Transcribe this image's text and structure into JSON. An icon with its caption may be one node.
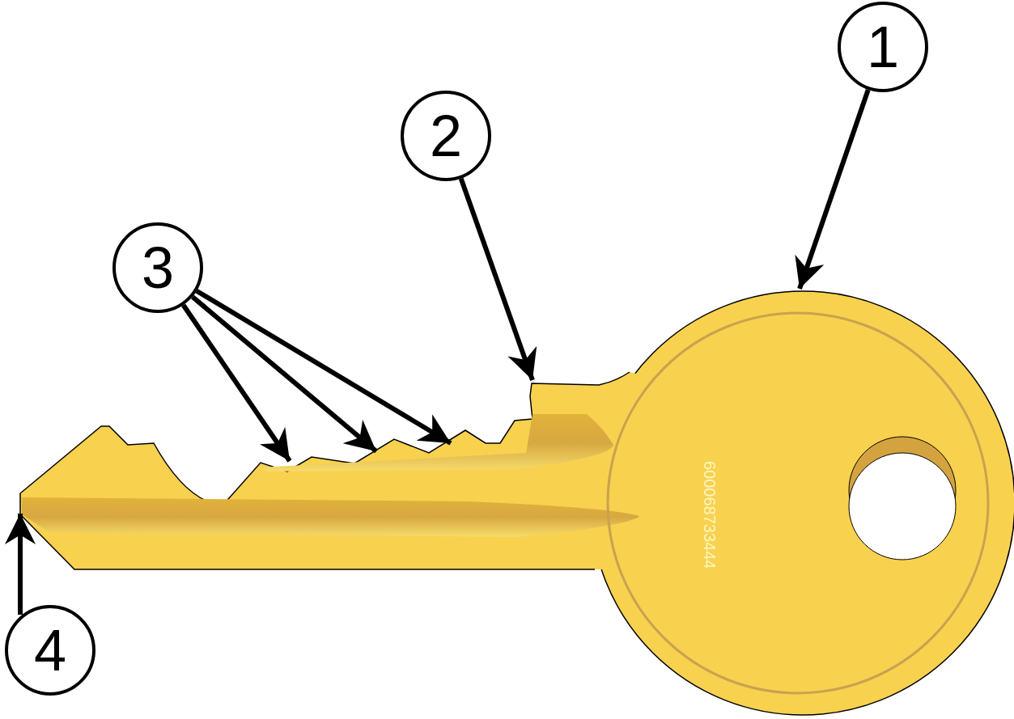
{
  "diagram": {
    "nodes": [
      {
        "text": [
          "1"
        ]
      },
      {
        "text": [
          "2"
        ]
      },
      {
        "text": [
          "3"
        ]
      },
      {
        "text": [
          "4"
        ]
      }
    ],
    "edges": [
      {
        "from": 0,
        "to": null,
        "arrow": "to"
      },
      {
        "from": 1,
        "to": null,
        "arrow": "to"
      },
      {
        "from": 2,
        "to": null,
        "arrow": "to"
      },
      {
        "from": 2,
        "to": null,
        "arrow": "to"
      },
      {
        "from": 2,
        "to": null,
        "arrow": "to"
      },
      {
        "from": 3,
        "to": null,
        "arrow": "to"
      }
    ],
    "labels": [
      "600068733444"
    ]
  }
}
